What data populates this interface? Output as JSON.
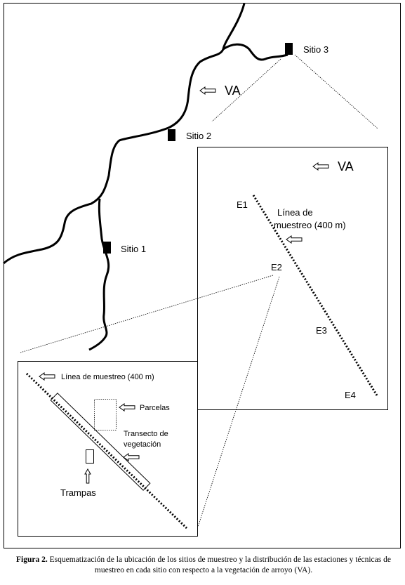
{
  "map": {
    "sites": [
      {
        "name": "Sitio 1"
      },
      {
        "name": "Sitio 2"
      },
      {
        "name": "Sitio 3"
      }
    ],
    "stream_label": "VA"
  },
  "site_inset": {
    "stream_label": "VA",
    "line_label_line1": "Línea de",
    "line_label_line2": "muestreo (400 m)",
    "stations": [
      "E1",
      "E2",
      "E3",
      "E4"
    ]
  },
  "station_inset": {
    "line_label": "Línea de muestreo (400 m)",
    "plots_label": "Parcelas",
    "transect_label_line1": "Transecto de",
    "transect_label_line2": "vegetación",
    "traps_label": "Trampas"
  },
  "caption": {
    "prefix": "Figura 2.",
    "text": "Esquematización de la ubicación de los sitios de muestreo y la distribución de las estaciones y técnicas de muestreo en cada sitio con respecto a la vegetación de arroyo (VA)."
  }
}
